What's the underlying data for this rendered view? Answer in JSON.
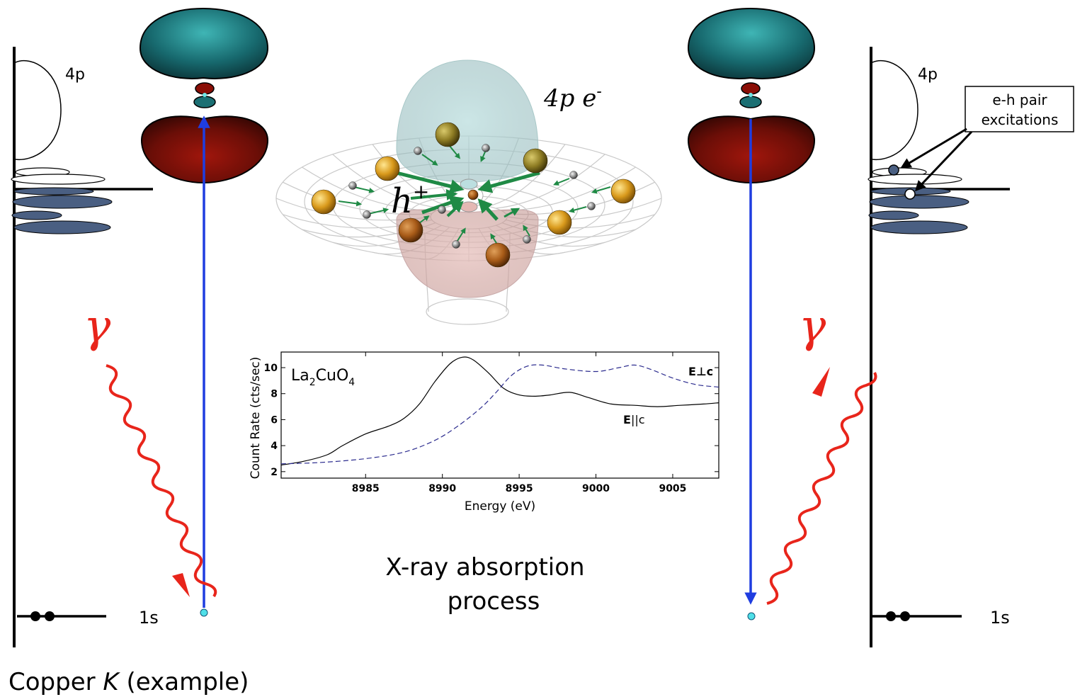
{
  "left_panel": {
    "level_4p": "4p",
    "level_1s": "1s"
  },
  "right_panel": {
    "level_4p": "4p",
    "level_1s": "1s",
    "callout": [
      "e-h pair",
      "excitations"
    ]
  },
  "photon_symbol": "γ",
  "center_molecule": {
    "electron_label": "4p e",
    "electron_sup": "-",
    "hole_label": "h",
    "hole_sup": "+"
  },
  "caption": [
    "X-ray absorption",
    "process"
  ],
  "footer": {
    "prefix": "Copper ",
    "italic": "K",
    "suffix": " (example)"
  },
  "colors": {
    "photon": "#e8251b",
    "transition": "#1f3de0",
    "occupied_band": "#4a5f82",
    "lobe_top": "#1a6b6b",
    "lobe_bottom": "#7a1008",
    "arrow": "#1f8a45",
    "curve_perp": "#2d2d8f",
    "curve_par": "#000000"
  },
  "chart_data": {
    "type": "line",
    "title": "",
    "inset_label": "La2CuO4",
    "xlabel": "Energy (eV)",
    "ylabel": "Count Rate (cts/sec)",
    "xlim": [
      8979.5,
      9008
    ],
    "ylim": [
      1.5,
      11.2
    ],
    "xticks": [
      8985,
      8990,
      8995,
      9000,
      9005
    ],
    "yticks": [
      2,
      4,
      6,
      8,
      10
    ],
    "series": [
      {
        "name": "E||c",
        "style": "solid",
        "x": [
          8979.5,
          8981,
          8982.5,
          8983.5,
          8985,
          8986.5,
          8987.5,
          8988.5,
          8989.5,
          8990.5,
          8991.3,
          8992,
          8993,
          8994,
          8995,
          8996,
          8997,
          8998.3,
          8999.5,
          9001,
          9002.5,
          9004,
          9005.5,
          9007,
          9008
        ],
        "y": [
          2.5,
          2.8,
          3.3,
          4.0,
          4.9,
          5.5,
          6.1,
          7.2,
          8.9,
          10.3,
          10.8,
          10.6,
          9.6,
          8.4,
          7.9,
          7.8,
          7.9,
          8.1,
          7.7,
          7.2,
          7.1,
          7.0,
          7.1,
          7.2,
          7.3
        ]
      },
      {
        "name": "E⊥c",
        "style": "dashed",
        "x": [
          8979.5,
          8982,
          8985,
          8987.5,
          8989.5,
          8991,
          8992.5,
          8993.5,
          8994.5,
          8995.5,
          8996.5,
          8998,
          9000,
          9001.5,
          9002.5,
          9003.5,
          9005,
          9006.5,
          9008
        ],
        "y": [
          2.6,
          2.7,
          3.0,
          3.5,
          4.4,
          5.5,
          6.9,
          8.1,
          9.4,
          10.1,
          10.2,
          9.9,
          9.7,
          10.0,
          10.2,
          9.9,
          9.2,
          8.7,
          8.5
        ]
      }
    ],
    "curve_labels": {
      "perp": "E",
      "perp_sym": "⊥c",
      "par": "E",
      "par_sym": "||c"
    }
  }
}
